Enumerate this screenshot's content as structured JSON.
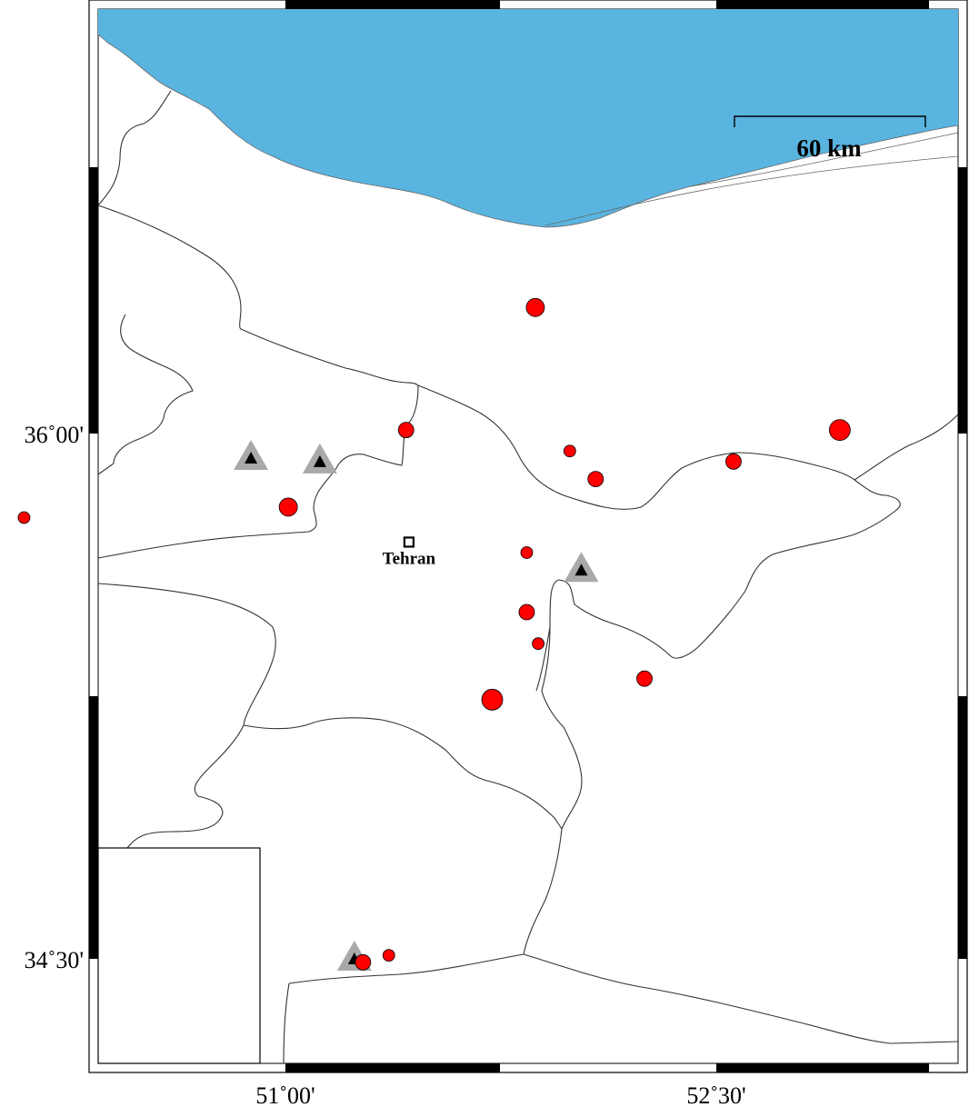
{
  "colors": {
    "sea": "#5ab4e0",
    "event": "#ff0000",
    "station_outer": "#a9a9a9",
    "station_inner": "#000000"
  },
  "axes": {
    "x_ticks": [
      {
        "label": "51˚00'",
        "lon": 51.0
      },
      {
        "label": "52˚30'",
        "lon": 52.5
      }
    ],
    "y_ticks": [
      {
        "label": "36˚00'",
        "lat": 36.0
      },
      {
        "label": "34˚30'",
        "lat": 34.5
      }
    ]
  },
  "scale_bar": {
    "label": "60 km"
  },
  "city": {
    "name": "Tehran",
    "lon": 51.43,
    "lat": 35.69
  },
  "events": [
    {
      "lon": 51.87,
      "lat": 36.36,
      "size": "large"
    },
    {
      "lon": 51.42,
      "lat": 36.01,
      "size": "medium"
    },
    {
      "lon": 51.99,
      "lat": 35.95,
      "size": "small"
    },
    {
      "lon": 52.08,
      "lat": 35.87,
      "size": "medium"
    },
    {
      "lon": 52.56,
      "lat": 35.92,
      "size": "medium"
    },
    {
      "lon": 52.93,
      "lat": 36.01,
      "size": "xlarge"
    },
    {
      "lon": 51.01,
      "lat": 35.79,
      "size": "large"
    },
    {
      "lon": 50.09,
      "lat": 35.76,
      "size": "small"
    },
    {
      "lon": 51.84,
      "lat": 35.66,
      "size": "small"
    },
    {
      "lon": 51.84,
      "lat": 35.49,
      "size": "medium"
    },
    {
      "lon": 51.88,
      "lat": 35.4,
      "size": "small"
    },
    {
      "lon": 52.25,
      "lat": 35.3,
      "size": "medium"
    },
    {
      "lon": 51.72,
      "lat": 35.24,
      "size": "xlarge"
    },
    {
      "lon": 51.27,
      "lat": 34.49,
      "size": "medium"
    },
    {
      "lon": 51.36,
      "lat": 34.51,
      "size": "small"
    }
  ],
  "stations": [
    {
      "lon": 50.88,
      "lat": 35.93
    },
    {
      "lon": 51.12,
      "lat": 35.92
    },
    {
      "lon": 52.03,
      "lat": 35.61
    },
    {
      "lon": 51.24,
      "lat": 34.5
    }
  ]
}
